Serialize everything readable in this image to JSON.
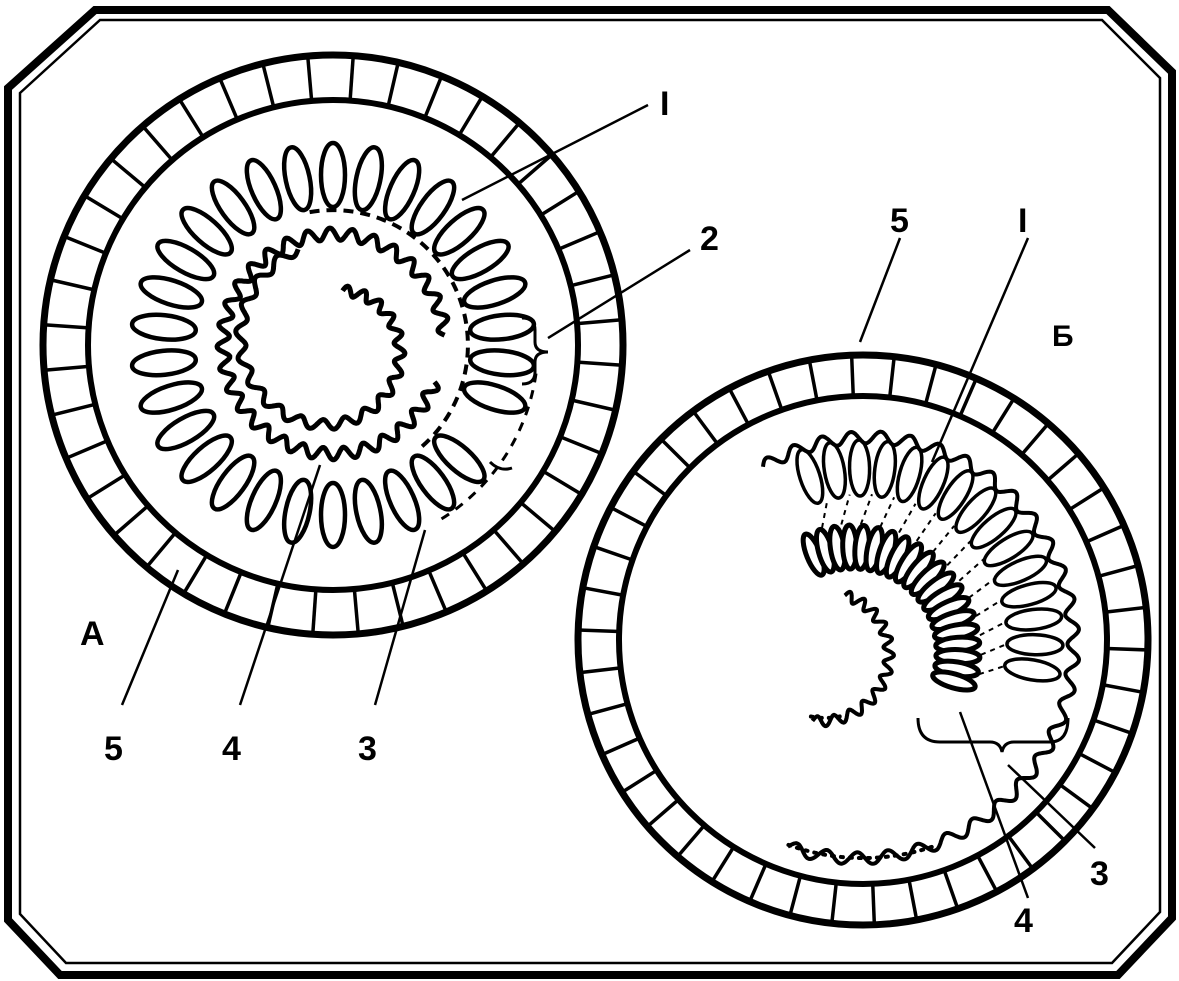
{
  "panels": {
    "a": {
      "panel_label": "А",
      "callouts": [
        "I",
        "2",
        "3",
        "4",
        "5"
      ]
    },
    "b": {
      "panel_label": "Б",
      "callouts": [
        "I",
        "3",
        "4",
        "5"
      ]
    }
  },
  "colors": {
    "ink": "#000000",
    "paper": "#ffffff"
  }
}
